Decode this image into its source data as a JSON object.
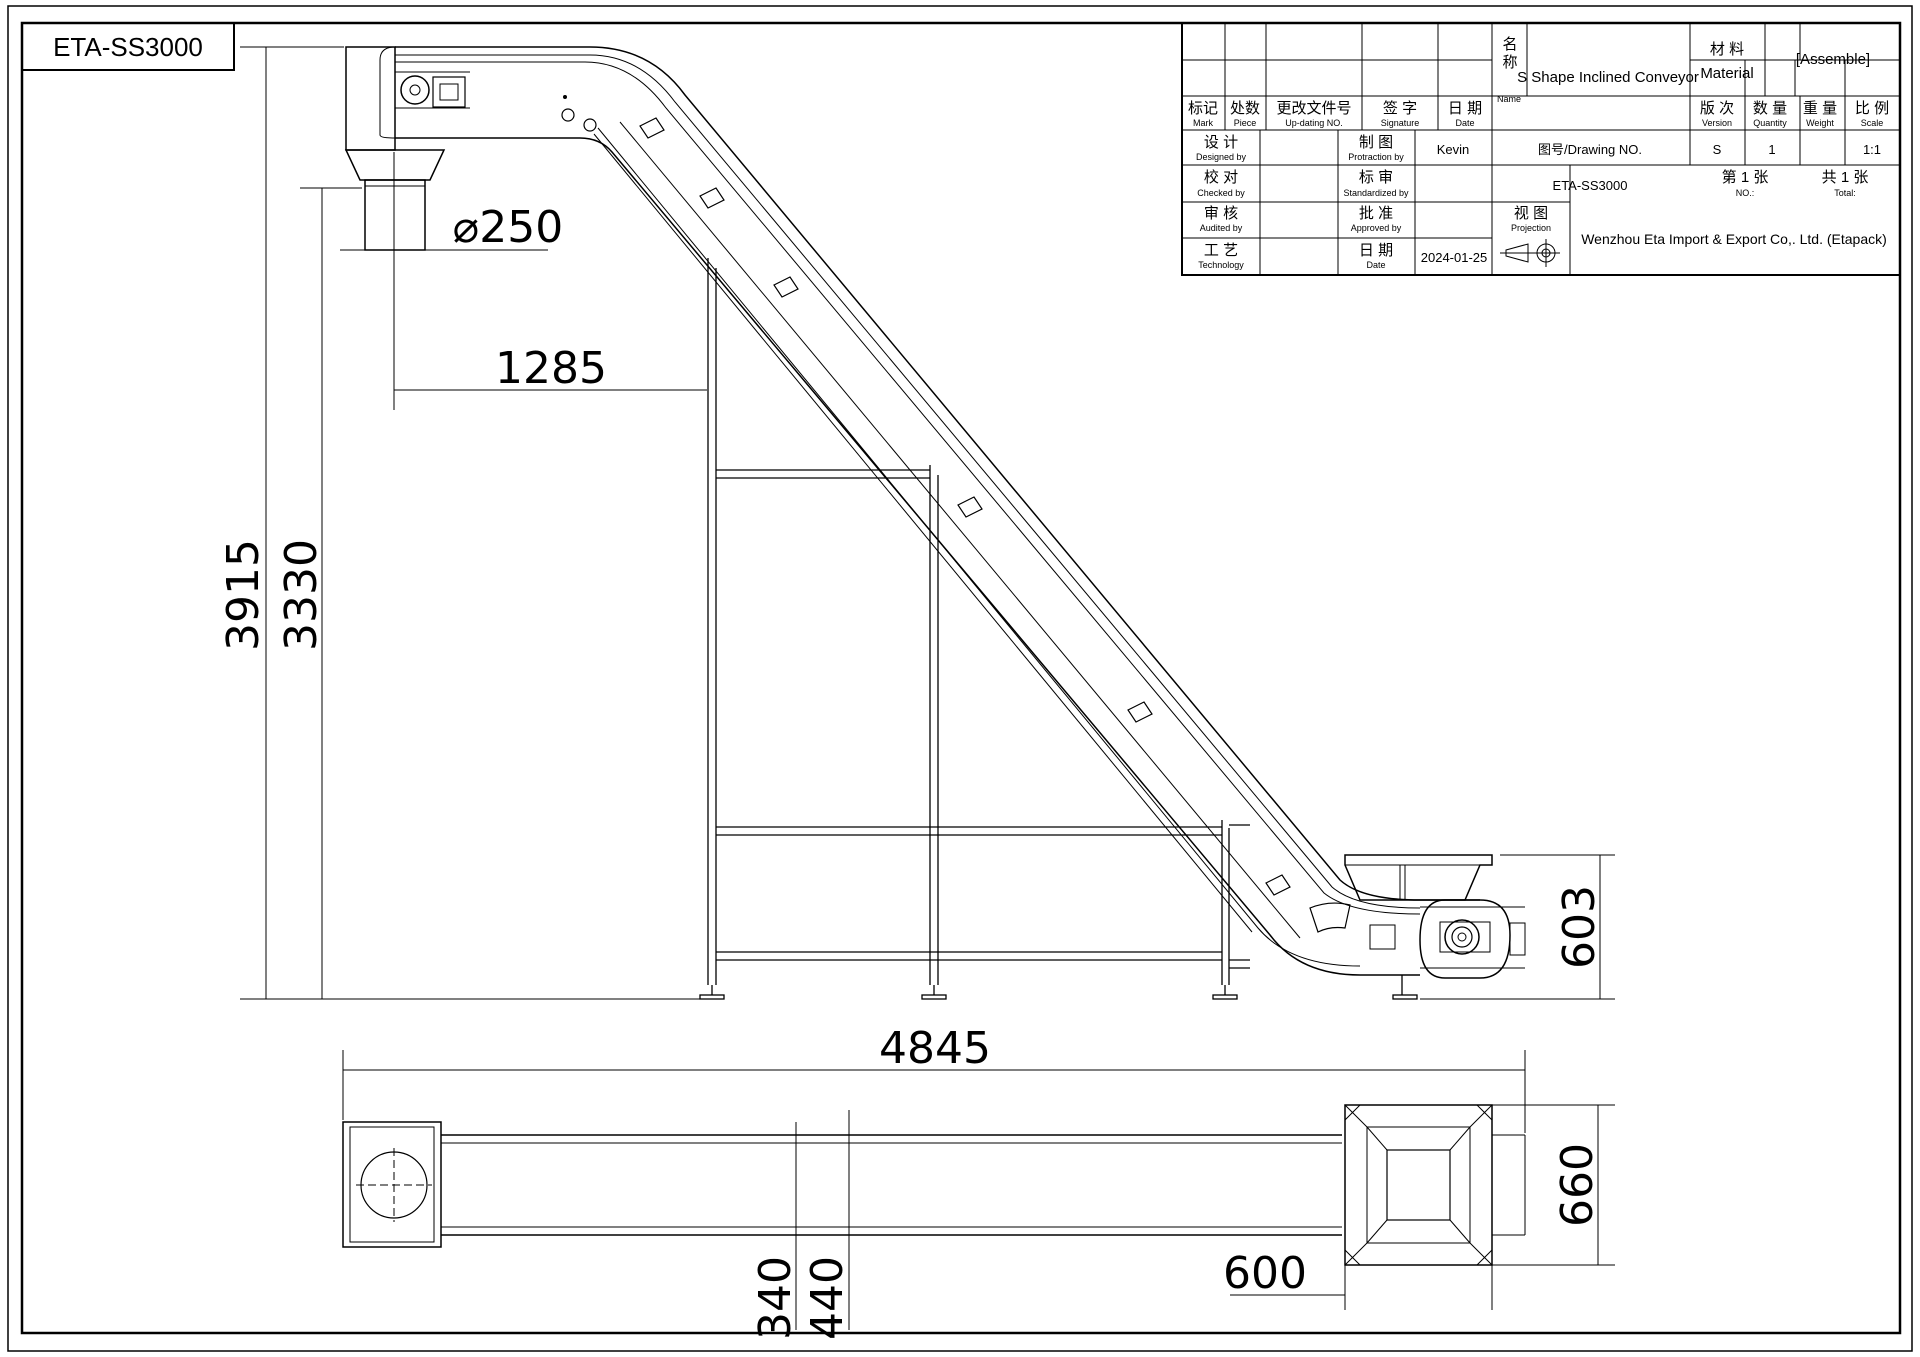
{
  "drawing_id_box": "ETA-SS3000",
  "dimensions": {
    "total_height": "3915",
    "support_height": "3330",
    "top_offset": "1285",
    "outlet_diameter": "⌀250",
    "hopper_height": "603",
    "total_length": "4845",
    "plan_width_a": "340",
    "plan_width_b": "440",
    "hopper_plan_width": "660",
    "hopper_plan_length": "600"
  },
  "title_block": {
    "name_cn": "名\n称",
    "name_en": "Name",
    "product_name": "S Shape Inclined Conveyor",
    "material_cn": "材 料",
    "material_en": "Material",
    "material_value": "[Assemble]",
    "mark_cn": "标记",
    "mark_en": "Mark",
    "piece_cn": "处数",
    "piece_en": "Piece",
    "updating_cn": "更改文件号",
    "updating_en": "Up-dating NO.",
    "signature_cn": "签 字",
    "signature_en": "Signature",
    "date_cn": "日 期",
    "date_en": "Date",
    "version_cn": "版 次",
    "version_en": "Version",
    "quantity_cn": "数 量",
    "quantity_en": "Quantity",
    "weight_cn": "重 量",
    "weight_en": "Weight",
    "scale_cn": "比 例",
    "scale_en": "Scale",
    "designed_cn": "设 计",
    "designed_en": "Designed by",
    "protraction_cn": "制 图",
    "protraction_en": "Protraction by",
    "protraction_value": "Kevin",
    "drawing_no_label": "图号/Drawing NO.",
    "version_value": "S",
    "quantity_value": "1",
    "scale_value": "1:1",
    "checked_cn": "校 对",
    "checked_en": "Checked by",
    "standardized_cn": "标 审",
    "standardized_en": "Standardized by",
    "drawing_no_value": "ETA-SS3000",
    "sheet_no_cn": "第 1 张",
    "sheet_no_en": "NO.:",
    "sheet_total_cn": "共 1 张",
    "sheet_total_en": "Total:",
    "audited_cn": "审 核",
    "audited_en": "Audited by",
    "approved_cn": "批 准",
    "approved_en": "Approved by",
    "projection_cn": "视 图",
    "projection_en": "Projection",
    "company": "Wenzhou Eta Import & Export Co,. Ltd. (Etapack)",
    "technology_cn": "工 艺",
    "technology_en": "Technology",
    "date2_cn": "日 期",
    "date2_en": "Date",
    "date_value": "2024-01-25"
  }
}
